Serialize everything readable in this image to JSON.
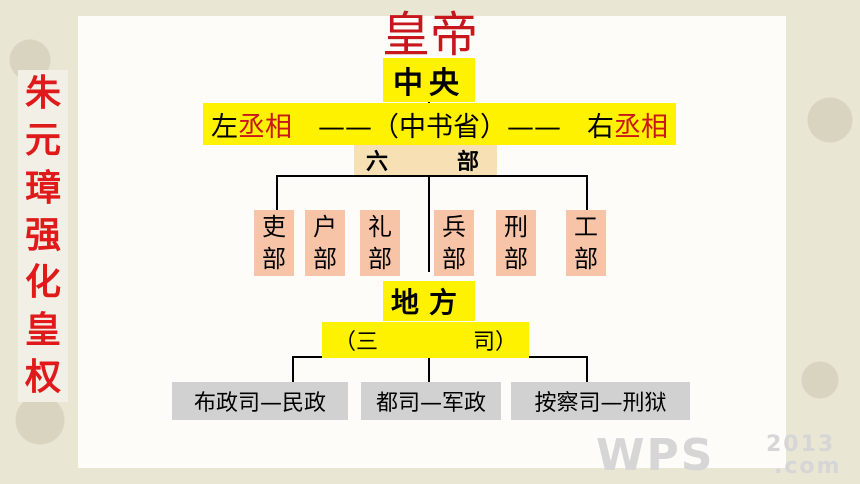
{
  "side_title": [
    "朱",
    "元",
    "璋",
    "强",
    "化",
    "皇",
    "权"
  ],
  "emperor": "皇帝",
  "center": "中央",
  "chancellor": {
    "left_prefix": "左",
    "left_red": "丞相",
    "middle": "——（中书省）——",
    "right_prefix": "右",
    "right_red": "丞相"
  },
  "six_ministries": {
    "a": "六",
    "b": "部"
  },
  "departments": [
    {
      "top": "吏",
      "bottom": "部"
    },
    {
      "top": "户",
      "bottom": "部"
    },
    {
      "top": "礼",
      "bottom": "部"
    },
    {
      "top": "兵",
      "bottom": "部"
    },
    {
      "top": "刑",
      "bottom": "部"
    },
    {
      "top": "工",
      "bottom": "部"
    }
  ],
  "local": "地方",
  "three_offices": {
    "open": "（三",
    "close": "司）"
  },
  "offices": [
    "布政司—民政",
    "都司—军政",
    "按察司—刑狱"
  ],
  "watermark": {
    "main": "WPS",
    "year": "2013",
    "suffix": ".com"
  },
  "colors": {
    "red_text": "#c8161d",
    "yellow": "#fff200",
    "peach": "#f8c4a8",
    "grey": "#d1d1d1"
  }
}
